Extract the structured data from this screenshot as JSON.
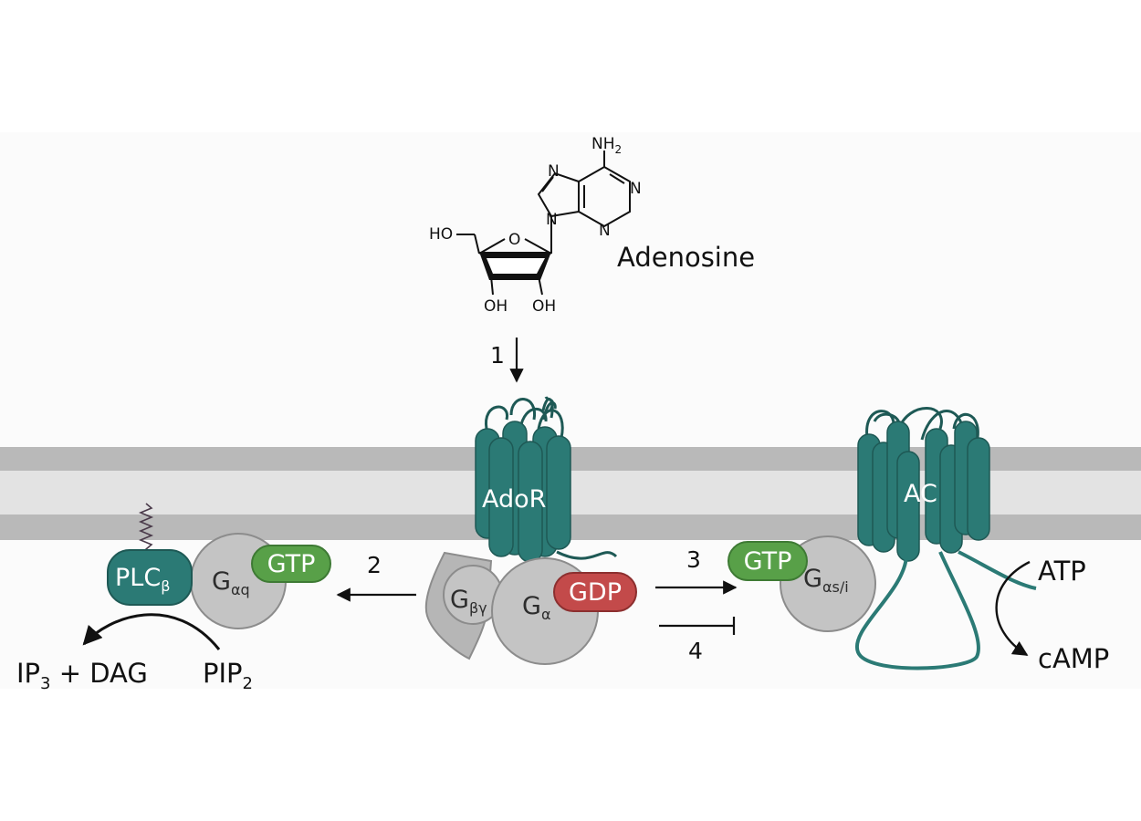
{
  "ligand": {
    "name": "Adenosine",
    "atoms": {
      "amine": "NH",
      "amine_sub": "2",
      "nitrogen": "N",
      "oxygen": "O",
      "hydroxyl": "HO",
      "oh": "OH"
    }
  },
  "steps": {
    "s1": "1",
    "s2": "2",
    "s3": "3",
    "s4": "4"
  },
  "receptor": {
    "label": "AdoR"
  },
  "effector": {
    "label": "AC"
  },
  "g_proteins": {
    "beta_gamma": {
      "base": "G",
      "sub": "βγ"
    },
    "alpha": {
      "base": "G",
      "sub": "α"
    },
    "alpha_q": {
      "base": "G",
      "sub": "αq"
    },
    "alpha_s_i": {
      "base": "G",
      "sub": "αs/i"
    }
  },
  "nucleotides": {
    "gdp": "GDP",
    "gtp_left": "GTP",
    "gtp_right": "GTP"
  },
  "plc": {
    "base": "PLC",
    "sub": "β"
  },
  "products": {
    "ip3_base": "IP",
    "ip3_sub": "3",
    "ip3_rest": " + DAG",
    "pip2_base": "PIP",
    "pip2_sub": "2",
    "atp": "ATP",
    "camp": "cAMP"
  },
  "colors": {
    "teal": "#2b7a75",
    "teal_dark": "#1e5955",
    "teal_line": "#246b66",
    "gray_protein": "#c4c4c4",
    "gray_stroke": "#8c8c8c",
    "gtp": "#58a048",
    "gdp": "#c34a4a",
    "membrane_outer": "#b9b9b9",
    "membrane_inner": "#e3e3e3"
  }
}
